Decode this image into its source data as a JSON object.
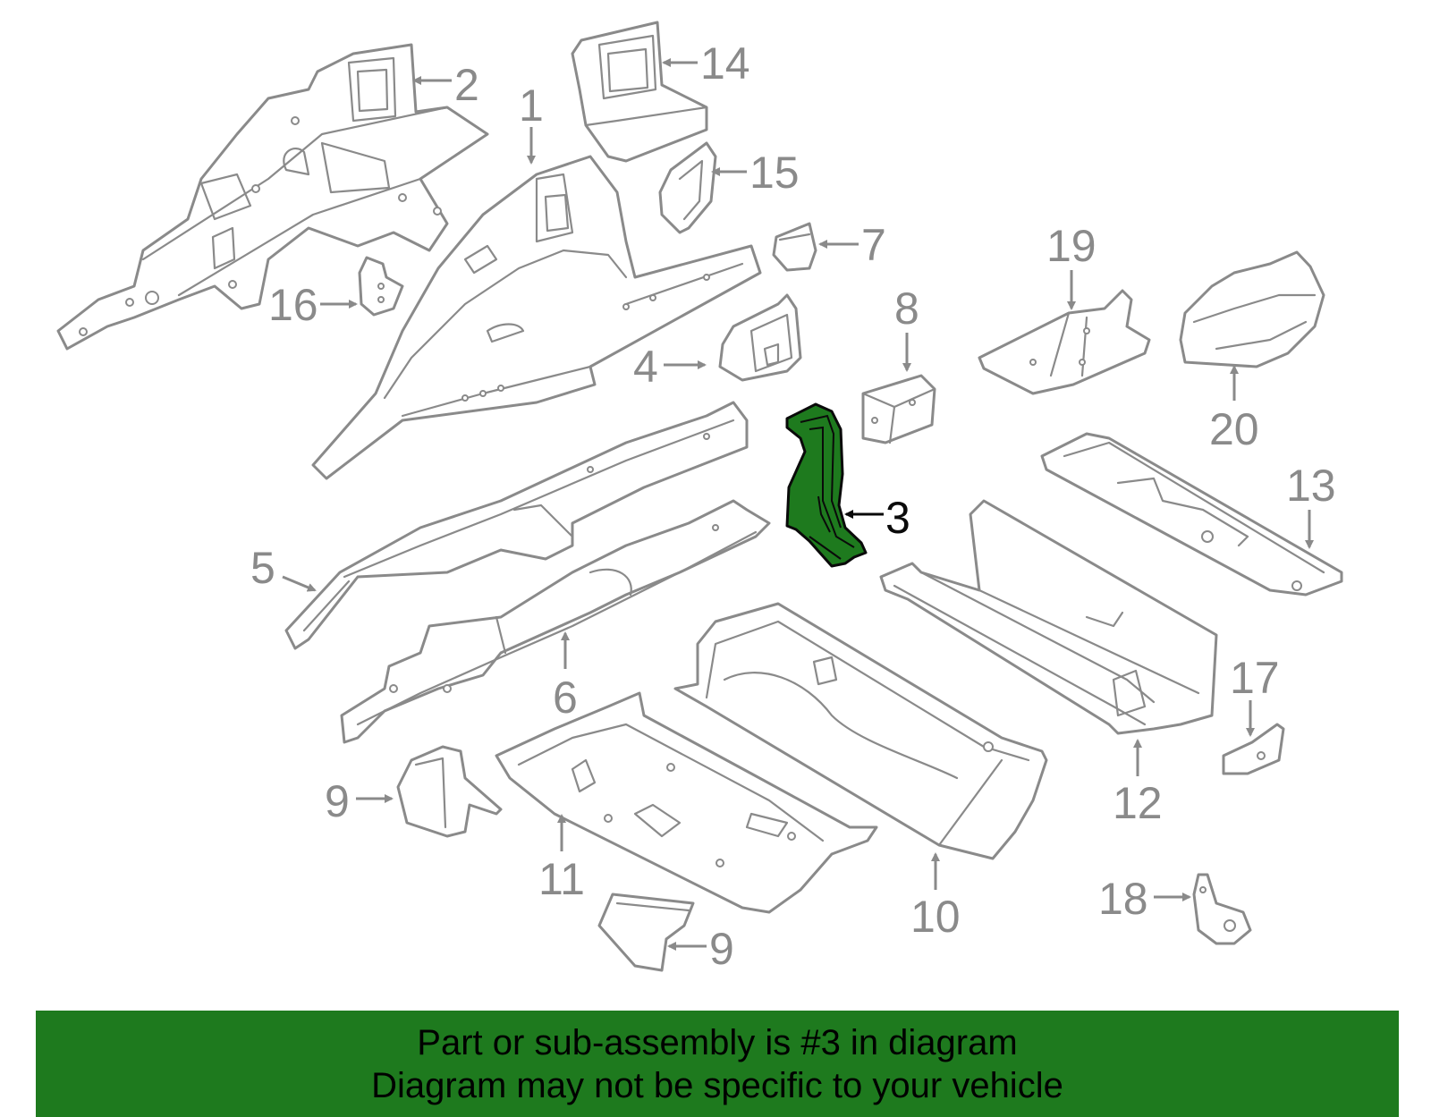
{
  "callouts": {
    "c1": "1",
    "c2": "2",
    "c3": "3",
    "c4": "4",
    "c5": "5",
    "c6": "6",
    "c7": "7",
    "c8": "8",
    "c9a": "9",
    "c9b": "9",
    "c10": "10",
    "c11": "11",
    "c12": "12",
    "c13": "13",
    "c14": "14",
    "c15": "15",
    "c16": "16",
    "c17": "17",
    "c18": "18",
    "c19": "19",
    "c20": "20"
  },
  "highlight": {
    "part_number": "3",
    "fill_color": "#1e7a1e"
  },
  "banner": {
    "line1": "Part or sub-assembly is #3 in diagram",
    "line2": "Diagram may not be specific to your vehicle",
    "background": "#1e7a1e"
  }
}
